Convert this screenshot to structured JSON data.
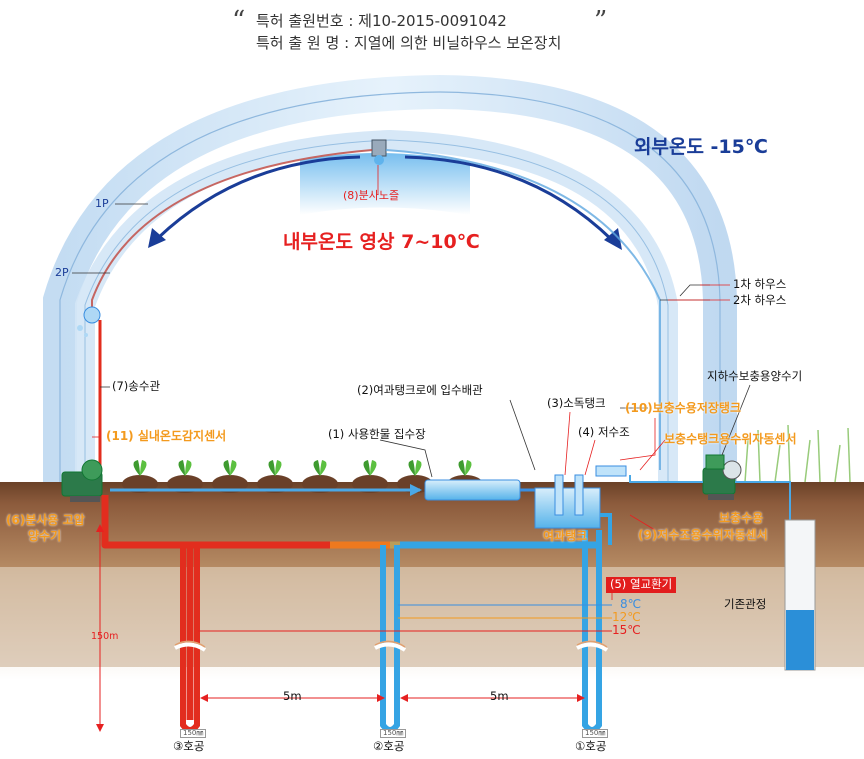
{
  "header": {
    "open_quote": "“",
    "close_quote": "”",
    "line1": "특허 출원번호 : 제10-2015-0091042",
    "line2": "특허 출 원 명 : 지열에 의한 비닐하우스 보온장치"
  },
  "labels": {
    "outside_temp": "외부온도 -15℃",
    "inside_temp": "내부온도 영상 7~10℃",
    "nozzle": "(8)분사노즐",
    "p1": "1P",
    "p2": "2P",
    "house1": "1차 하우스",
    "house2": "2차 하우스",
    "supply_pipe": "(7)송수관",
    "temp_sensor": "(11) 실내온도감지센서",
    "water_collector": "(1) 사용한물 집수장",
    "filter_inlet": "(2)여과탱크로에 입수배관",
    "disinfect_tank": "(3)소독탱크",
    "reservoir": "(4) 저수조",
    "refill_tank": "(10)보충수용저장탱크",
    "groundwater_pump": "지하수보충용양수기",
    "refill_level_sensor": "보충수탱크용수위자동센서",
    "spray_pump_line1": "(6)분사용 고압",
    "spray_pump_line2": "양수기",
    "filter_tank": "여과탱크",
    "refill_label": "보충수용",
    "reservoir_sensor": "(9)저수조용수위자동센서",
    "heat_exchanger": "(5) 열교환기",
    "temp8": "8℃",
    "temp12": "12℃",
    "temp15": "15℃",
    "existing_well": "기존관정",
    "depth": "150m",
    "spacing_a": "5m",
    "spacing_b": "5m",
    "well3": "③호공",
    "well2": "②호공",
    "well1": "①호공",
    "pipe_size_3": "150㎜",
    "pipe_size_2": "150㎜",
    "pipe_size_1": "150㎜"
  },
  "colors": {
    "hot": "#e22d1e",
    "cold": "#35a4e4",
    "arrow": "#1a3d98",
    "soil": "#8a5a3c",
    "text_orange": "#f39a1e"
  }
}
